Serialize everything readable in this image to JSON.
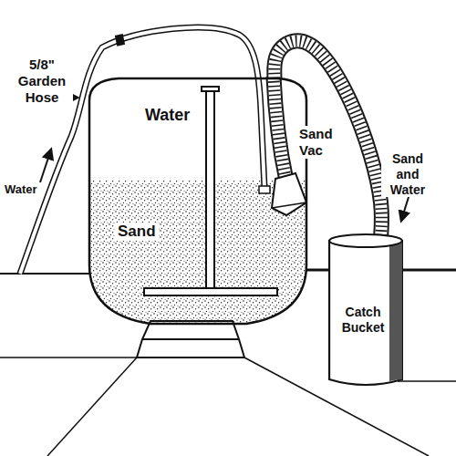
{
  "diagram": {
    "nodes": [
      {
        "text": [
          "Water",
          "Sand"
        ]
      },
      {
        "text": [
          "Catch Bucket"
        ]
      }
    ],
    "edges": [
      {
        "from": 0,
        "to": 1,
        "arrow": "none"
      }
    ],
    "labels": [
      "5/8\" Garden Hose",
      "Water",
      "Sand Vac",
      "Sand and Water"
    ]
  }
}
